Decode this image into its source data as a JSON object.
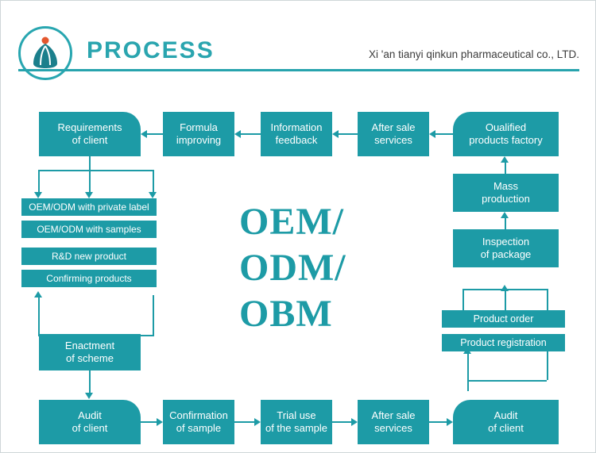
{
  "header": {
    "title": "PROCESS",
    "company": "Xi 'an tianyi qinkun pharmaceutical co., LTD.",
    "logo_icon": "company-logo-icon",
    "accent_color": "#28a6b0"
  },
  "diagram": {
    "center_text": "OEM/\nODM/\nOBM",
    "box_color": "#1d9ba6",
    "text_color": "#ffffff",
    "top_row": [
      {
        "id": "requirements-of-client",
        "label": "Requirements\nof client"
      },
      {
        "id": "formula-improving",
        "label": "Formula\nimproving"
      },
      {
        "id": "information-feedback",
        "label": "Information\nfeedback"
      },
      {
        "id": "after-sale-services-top",
        "label": "After sale\nservices"
      },
      {
        "id": "qualified-products-factory",
        "label": "Oualified\nproducts factory"
      }
    ],
    "left_stack": [
      {
        "id": "oem-odm-private-label",
        "label": "OEM/ODM with private label"
      },
      {
        "id": "oem-odm-with-samples",
        "label": "OEM/ODM with samples"
      },
      {
        "id": "rd-new-product",
        "label": "R&D new product"
      },
      {
        "id": "confirming-products",
        "label": "Confirming products"
      }
    ],
    "left_lower": [
      {
        "id": "enactment-of-scheme",
        "label": "Enactment\nof scheme"
      }
    ],
    "right_stack": [
      {
        "id": "mass-production",
        "label": "Mass\nproduction"
      },
      {
        "id": "inspection-of-package",
        "label": "Inspection\nof package"
      },
      {
        "id": "product-order",
        "label": "Product order"
      },
      {
        "id": "product-registration",
        "label": "Product registration"
      }
    ],
    "bottom_row": [
      {
        "id": "audit-of-client-left",
        "label": "Audit\nof client"
      },
      {
        "id": "confirmation-of-sample",
        "label": "Confirmation\nof sample"
      },
      {
        "id": "trial-use-of-the-sample",
        "label": "Trial use\nof the sample"
      },
      {
        "id": "after-sale-services-bottom",
        "label": "After sale\nservices"
      },
      {
        "id": "audit-of-client-right",
        "label": "Audit\nof client"
      }
    ]
  }
}
